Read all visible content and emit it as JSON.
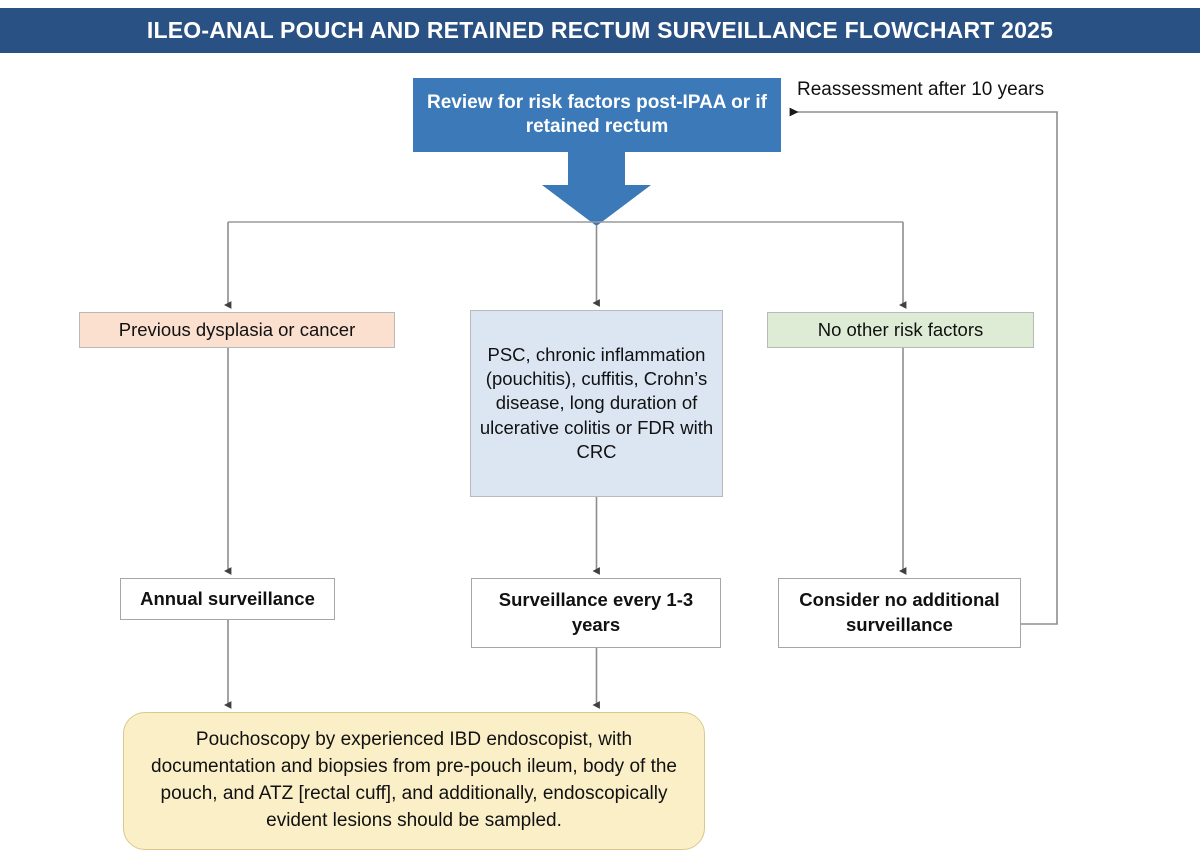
{
  "header": {
    "title": "ILEO-ANAL POUCH AND RETAINED RECTUM SURVEILLANCE FLOWCHART 2025",
    "background_color": "#2a5183",
    "text_color": "#ffffff"
  },
  "flow": {
    "root": {
      "label": "Review for risk factors post-IPAA or if retained rectum",
      "fill_color": "#3b79b8",
      "text_color": "#ffffff"
    },
    "loop": {
      "label": "Reassessment after 10 years",
      "direction": "right-to-left-into-root"
    },
    "risk_branches": [
      {
        "id": "previous-dysplasia",
        "label": "Previous dysplasia or cancer",
        "fill_color": "#fbe0d0"
      },
      {
        "id": "psc-chronic-inflammation",
        "label": "PSC, chronic inflammation (pouchitis), cuffitis, Crohn’s disease, long duration of ulcerative colitis or FDR with CRC",
        "fill_color": "#dce6f3"
      },
      {
        "id": "no-other-risk-factors",
        "label": "No other risk factors",
        "fill_color": "#dfecd5"
      }
    ],
    "actions": [
      {
        "id": "annual-surveillance",
        "label": "Annual surveillance",
        "fill_color": "#ffffff"
      },
      {
        "id": "surveillance-every-1-3-years",
        "label": "Surveillance every 1-3 years",
        "fill_color": "#ffffff"
      },
      {
        "id": "consider-no-additional-surveillance",
        "label": "Consider no additional surveillance",
        "fill_color": "#ffffff"
      }
    ],
    "final": {
      "id": "pouchoscopy-protocol",
      "label": "Pouchoscopy by experienced IBD endoscopist, with documentation and biopsies from pre-pouch ileum, body of the pouch, and ATZ [rectal cuff], and additionally, endoscopically evident lesions should be sampled.",
      "fill_color": "#fbefc8"
    }
  }
}
